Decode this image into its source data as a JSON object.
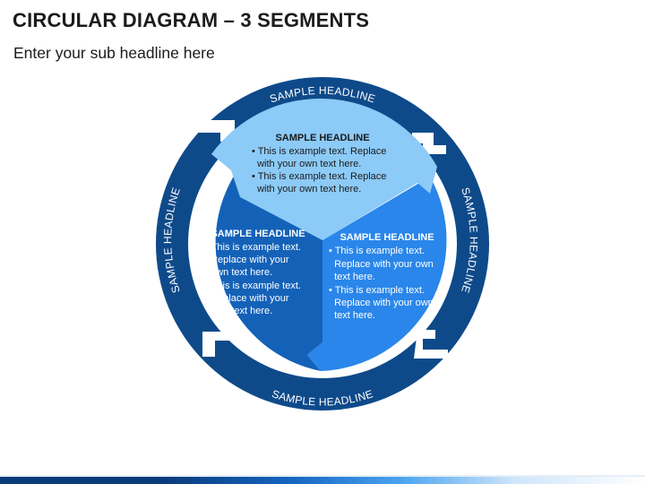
{
  "slide": {
    "title": "CIRCULAR DIAGRAM – 3 SEGMENTS",
    "subtitle": "Enter your sub headline here"
  },
  "ring": {
    "top_label": "SAMPLE HEADLINE",
    "right_label": "SAMPLE HEADLINE",
    "bottom_label": "SAMPLE HEADLINE",
    "left_label": "SAMPLE HEADLINE"
  },
  "segments": {
    "top": {
      "headline": "SAMPLE HEADLINE",
      "lines": [
        "• This is example text. Replace",
        "  with your own text here.",
        "• This is example text. Replace",
        "  with your own text here."
      ]
    },
    "left": {
      "headline": "SAMPLE HEADLINE",
      "lines": [
        "• This is example text.",
        "  Replace with your",
        "  own text here.",
        "• This is example text.",
        "  Replace with your",
        "  own text here."
      ]
    },
    "right": {
      "headline": "SAMPLE HEADLINE",
      "lines": [
        "• This is example text.",
        "  Replace with your own",
        "  text here.",
        "• This is example text.",
        "  Replace with your own",
        "  text here."
      ]
    }
  },
  "colors": {
    "ring": "#0e4a8a",
    "top_segment": "#8ccaf7",
    "left_segment": "#1462b8",
    "right_segment": "#2a86ea",
    "text_dark": "#1b1b1b",
    "text_light": "#ffffff"
  }
}
